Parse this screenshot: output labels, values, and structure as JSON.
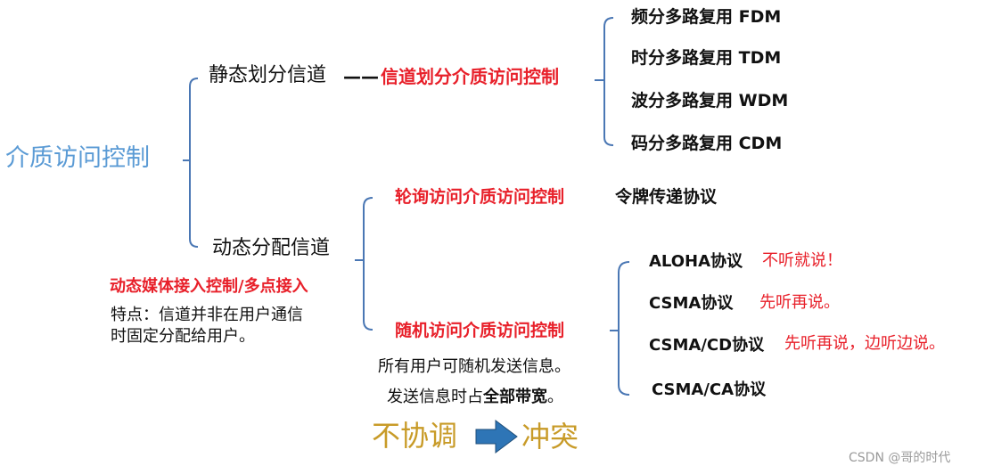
{
  "colors": {
    "line": "#4a77b4",
    "root": "#5b9bd5",
    "red": "#e8202a",
    "text": "#111111",
    "gold": "#c89b28",
    "arrow": "#2e75b6",
    "watermark": "#9a9a9a"
  },
  "root": {
    "label": "介质访问控制"
  },
  "static": {
    "label": "静态划分信道",
    "dash": "——",
    "method": "信道划分介质访问控制",
    "children": [
      "频分多路复用 FDM",
      "时分多路复用 TDM",
      "波分多路复用 WDM",
      "码分多路复用 CDM"
    ]
  },
  "dynamic": {
    "label": "动态分配信道",
    "subtitle": "动态媒体接入控制/多点接入",
    "feature_line1": "特点：信道并非在用户通信",
    "feature_line2": "时固定分配给用户。",
    "polling": {
      "label": "轮询访问介质访问控制",
      "protocol": "令牌传递协议"
    },
    "random": {
      "label": "随机访问介质访问控制",
      "note_line1": "所有用户可随机发送信息。",
      "note_line2_a": "发送信息时占",
      "note_line2_b": "全部带宽",
      "note_line2_c": "。",
      "protocols": [
        {
          "name": "ALOHA协议",
          "note": "不听就说！"
        },
        {
          "name": "CSMA协议",
          "note": "先听再说。"
        },
        {
          "name": "CSMA/CD协议",
          "note": "先听再说，边听边说。"
        },
        {
          "name": "CSMA/CA协议",
          "note": ""
        }
      ]
    }
  },
  "conflict": {
    "left": "不协调",
    "right": "冲突",
    "arrow_icon": "right-arrow-icon"
  },
  "watermark": "CSDN @哥的时代"
}
